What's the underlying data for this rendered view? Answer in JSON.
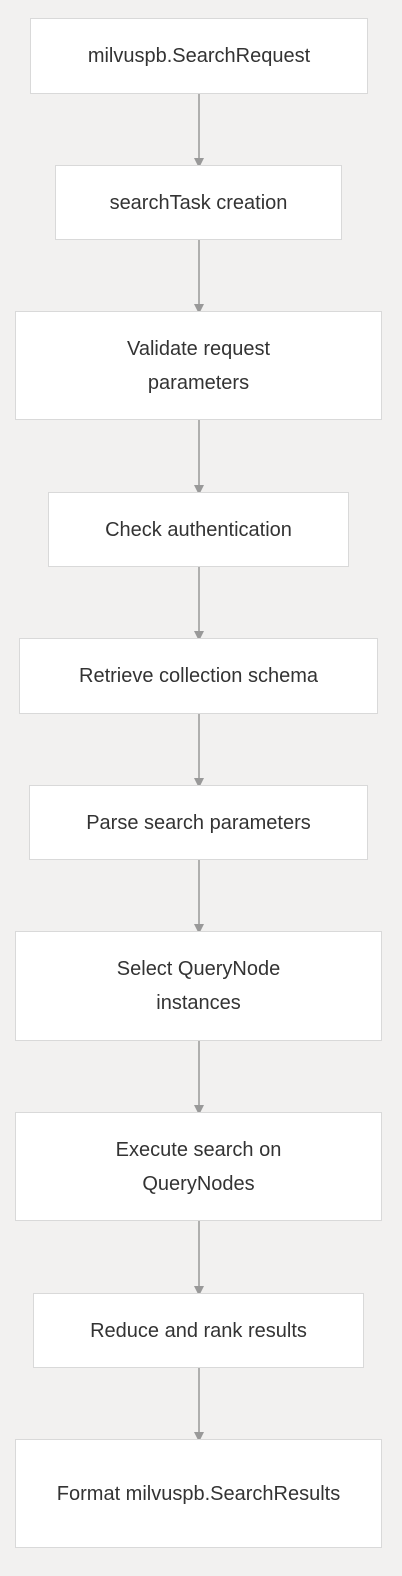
{
  "diagram": {
    "type": "flowchart",
    "direction": "top-to-bottom",
    "colors": {
      "background": "#f2f1f0",
      "node_fill": "#ffffff",
      "node_border": "#d9d9d9",
      "arrow": "#999999",
      "text": "#333333"
    },
    "nodes": [
      {
        "id": "n1",
        "label": "milvuspb.SearchRequest"
      },
      {
        "id": "n2",
        "label": "searchTask creation"
      },
      {
        "id": "n3",
        "label": "Validate request parameters"
      },
      {
        "id": "n4",
        "label": "Check authentication"
      },
      {
        "id": "n5",
        "label": "Retrieve collection schema"
      },
      {
        "id": "n6",
        "label": "Parse search parameters"
      },
      {
        "id": "n7",
        "label": "Select QueryNode instances"
      },
      {
        "id": "n8",
        "label": "Execute search on QueryNodes"
      },
      {
        "id": "n9",
        "label": "Reduce and rank results"
      },
      {
        "id": "n10",
        "label": "Format milvuspb.SearchResults"
      }
    ],
    "edges": [
      {
        "from": "n1",
        "to": "n2"
      },
      {
        "from": "n2",
        "to": "n3"
      },
      {
        "from": "n3",
        "to": "n4"
      },
      {
        "from": "n4",
        "to": "n5"
      },
      {
        "from": "n5",
        "to": "n6"
      },
      {
        "from": "n6",
        "to": "n7"
      },
      {
        "from": "n7",
        "to": "n8"
      },
      {
        "from": "n8",
        "to": "n9"
      },
      {
        "from": "n9",
        "to": "n10"
      }
    ]
  }
}
